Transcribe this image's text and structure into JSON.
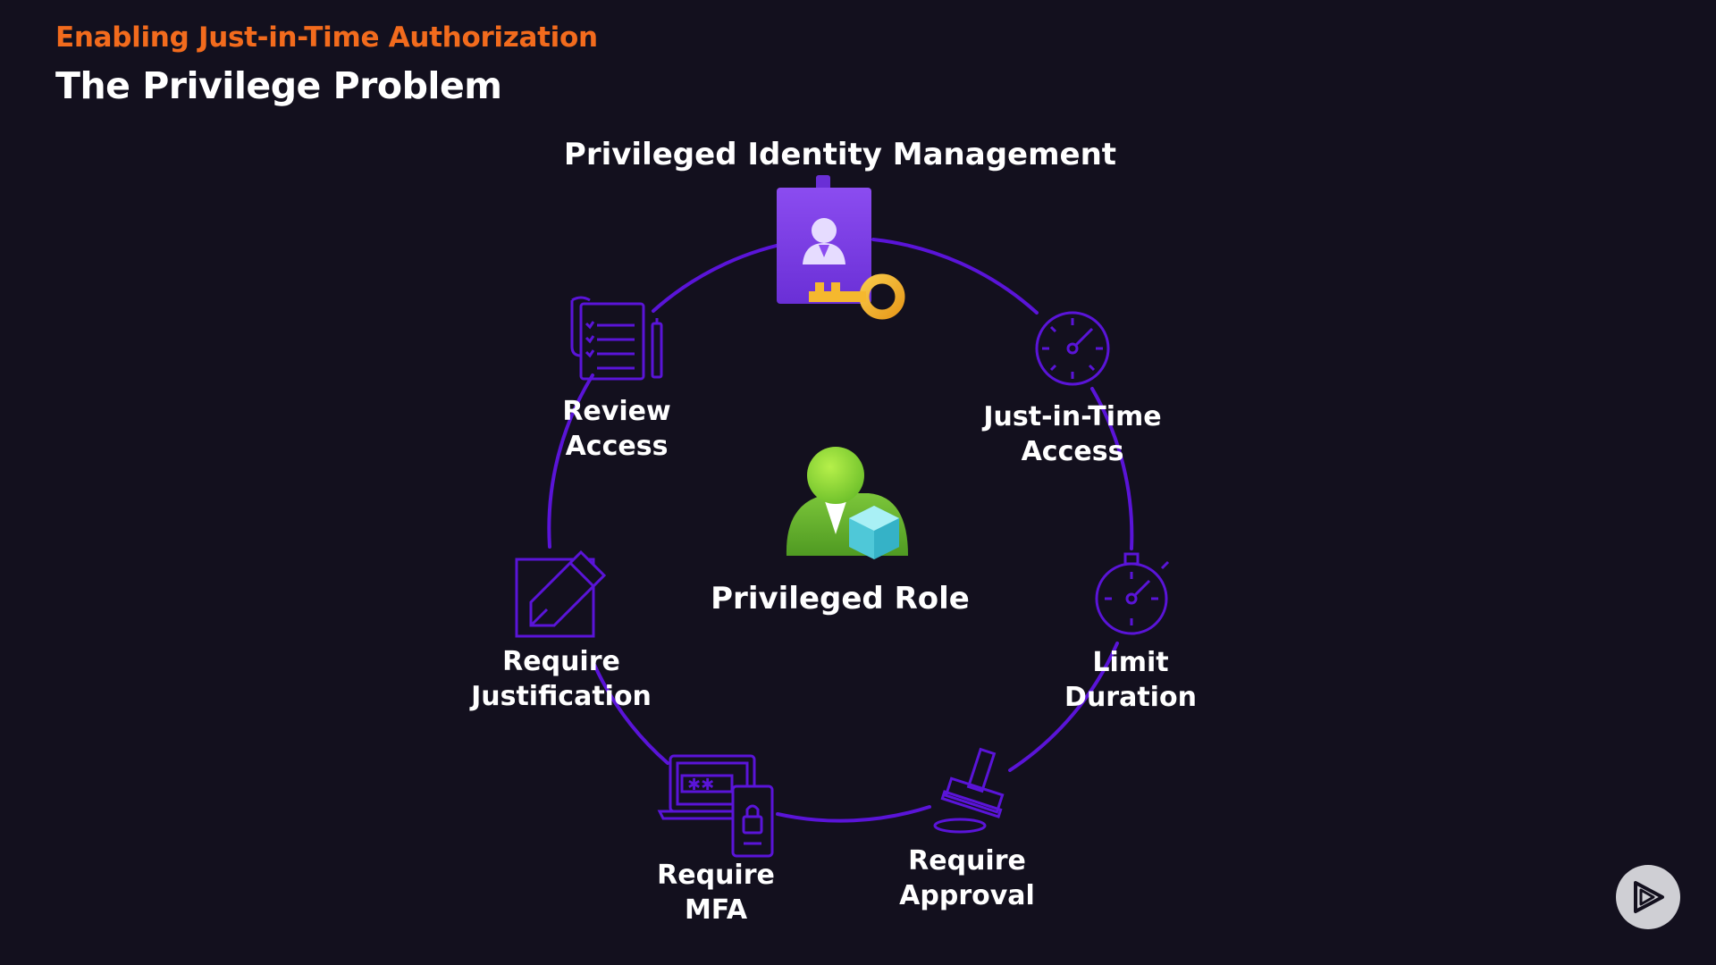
{
  "header": {
    "subtitle": "Enabling Just-in-Time Authorization",
    "title": "The Privilege Problem"
  },
  "diagram": {
    "top": {
      "label": "Privileged Identity Management",
      "icon": "id-badge-key-icon"
    },
    "center": {
      "label": "Privileged Role",
      "icon": "user-role-cube-icon"
    },
    "nodes": [
      {
        "id": "jit",
        "lines": [
          "Just-in-Time",
          "Access"
        ],
        "icon": "clock-icon"
      },
      {
        "id": "duration",
        "lines": [
          "Limit",
          "Duration"
        ],
        "icon": "stopwatch-icon"
      },
      {
        "id": "approval",
        "lines": [
          "Require",
          "Approval"
        ],
        "icon": "stamp-icon"
      },
      {
        "id": "mfa",
        "lines": [
          "Require",
          "MFA"
        ],
        "icon": "laptop-phone-lock-icon"
      },
      {
        "id": "justification",
        "lines": [
          "Require",
          "Justification"
        ],
        "icon": "pencil-icon"
      },
      {
        "id": "review",
        "lines": [
          "Review",
          "Access"
        ],
        "icon": "checklist-icon"
      }
    ]
  },
  "colors": {
    "background": "#13101e",
    "accent": "#f26b1d",
    "ring": "#5a14d8",
    "badge": "#7b3fe4",
    "key": "#f5b82e",
    "person": "#7ac943",
    "cube": "#5fd9e6"
  },
  "controls": {
    "play_icon": "pluralsight-play-icon"
  }
}
